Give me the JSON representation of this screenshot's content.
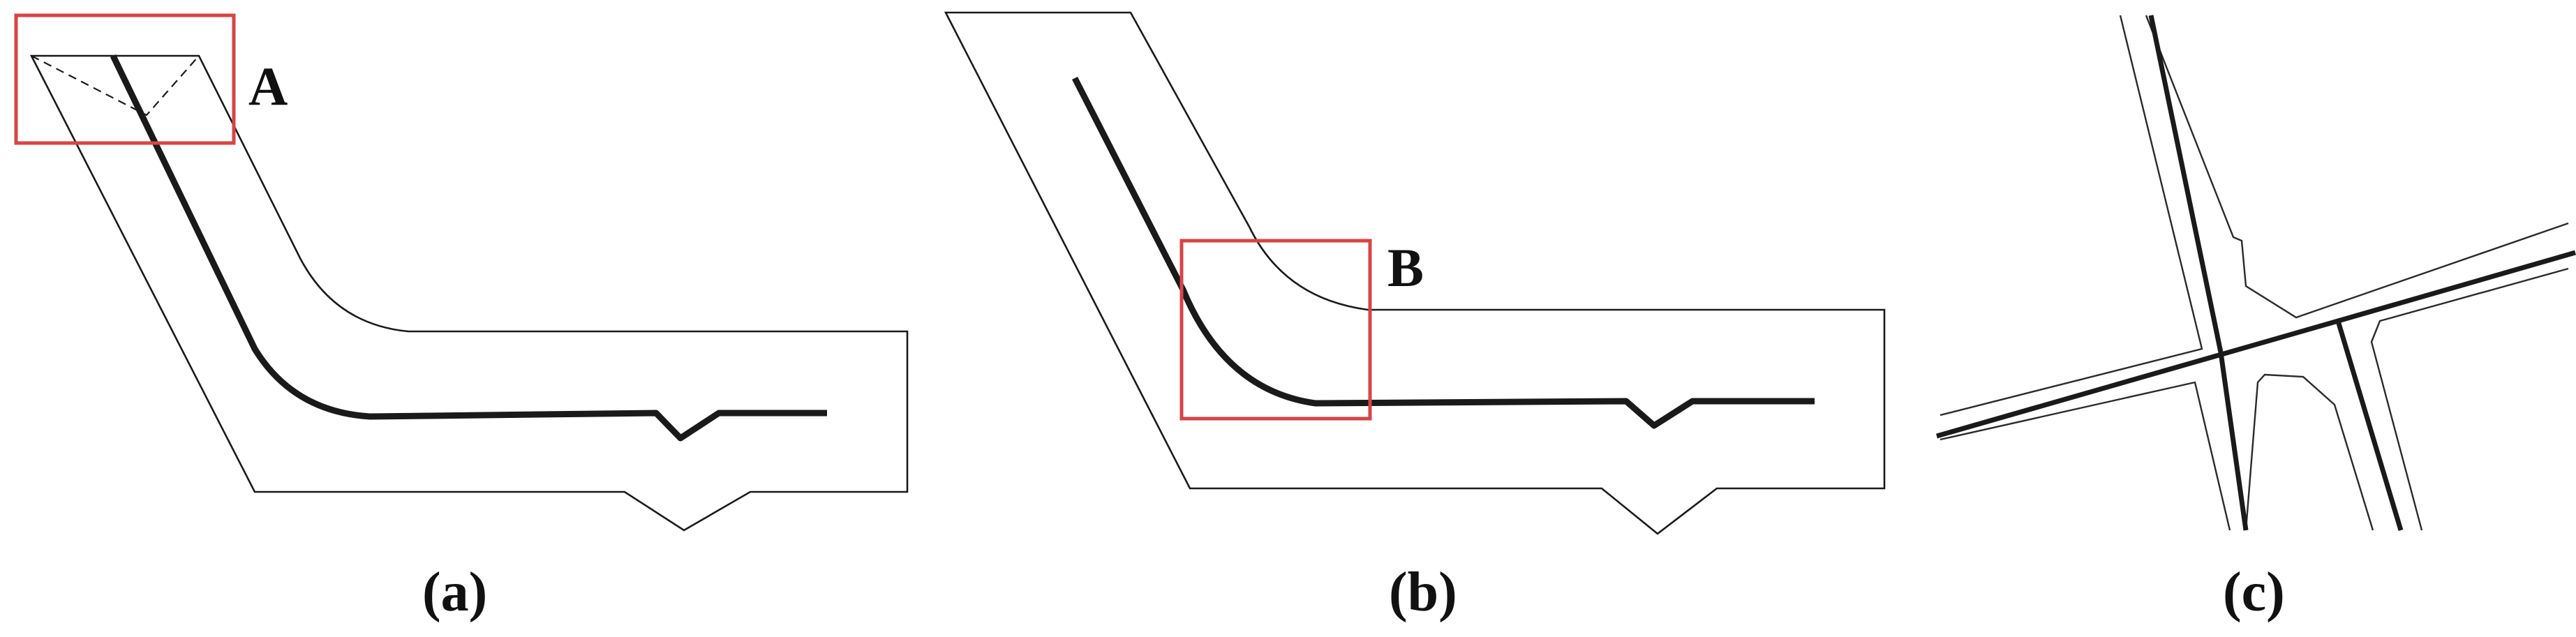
{
  "panels": [
    {
      "label": "(a)",
      "box_label": "A"
    },
    {
      "label": "(b)",
      "box_label": "B"
    },
    {
      "label": "(c)"
    }
  ],
  "colors": {
    "highlight_box": "#d64545",
    "line": "#1a1a1a",
    "background": "#ffffff"
  }
}
